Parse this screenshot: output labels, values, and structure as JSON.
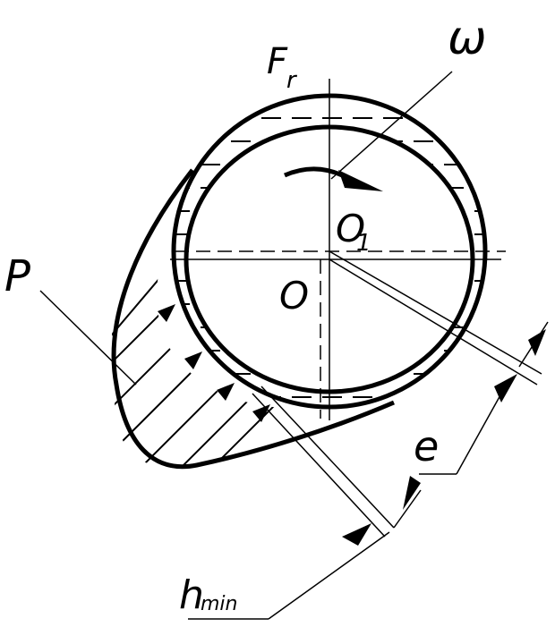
{
  "labels": {
    "omega": "ω",
    "force": "F",
    "force_sub": "r",
    "pressure": "P",
    "center_shaft": "O",
    "center_bearing": "O",
    "center_bearing_sub": "1",
    "eccentricity": "e",
    "min_film": "h",
    "min_film_sub": "min"
  },
  "colors": {
    "stroke": "#000000",
    "background": "#ffffff"
  },
  "icons": {
    "rotation_arrow": "curved-arrow-icon"
  }
}
